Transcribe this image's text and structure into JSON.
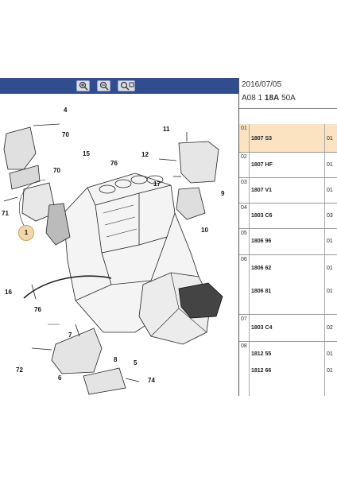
{
  "toolbar": {
    "buttons": [
      {
        "name": "zoom-in-icon"
      },
      {
        "name": "zoom-out-icon"
      },
      {
        "name": "zoom-fit-icon"
      }
    ]
  },
  "header": {
    "date": "2016/07/05",
    "code_prefix": "A08 1",
    "code_bold": "18A",
    "code_suffix": "50A"
  },
  "parts": [
    {
      "index": "01",
      "lines": [
        {
          "part": "1807 S3",
          "qty": "01"
        }
      ],
      "selected": true
    },
    {
      "index": "02",
      "lines": [
        {
          "part": "1807 HF",
          "qty": "01"
        }
      ]
    },
    {
      "index": "03",
      "lines": [
        {
          "part": "1807 V1",
          "qty": "01"
        }
      ]
    },
    {
      "index": "04",
      "lines": [
        {
          "part": "1803 C6",
          "qty": "03"
        }
      ]
    },
    {
      "index": "05",
      "lines": [
        {
          "part": "1806 96",
          "qty": "01"
        }
      ]
    },
    {
      "index": "06",
      "lines": [
        {
          "part": "1806 62",
          "qty": "01"
        },
        {
          "part": "1806 81",
          "qty": "01"
        }
      ]
    },
    {
      "index": "07",
      "lines": [
        {
          "part": "1803 C4",
          "qty": "02"
        }
      ]
    },
    {
      "index": "08",
      "lines": [
        {
          "part": "1812 55",
          "qty": "01"
        },
        {
          "part": "1812 66",
          "qty": "01"
        }
      ]
    }
  ],
  "callouts": {
    "c1": "1",
    "c4": "4",
    "c5": "5",
    "c6": "6",
    "c7": "7",
    "c8": "8",
    "c9": "9",
    "c10": "10",
    "c11": "11",
    "c12": "12",
    "c15": "15",
    "c16": "16",
    "c17": "17",
    "c70a": "70",
    "c70b": "70",
    "c71": "71",
    "c72": "72",
    "c74": "74",
    "c76a": "76",
    "c76b": "76"
  },
  "colors": {
    "toolbar": "#2f4d8f",
    "selected_row": "#fbe3c2",
    "callout_badge": "#f2d8a8"
  }
}
